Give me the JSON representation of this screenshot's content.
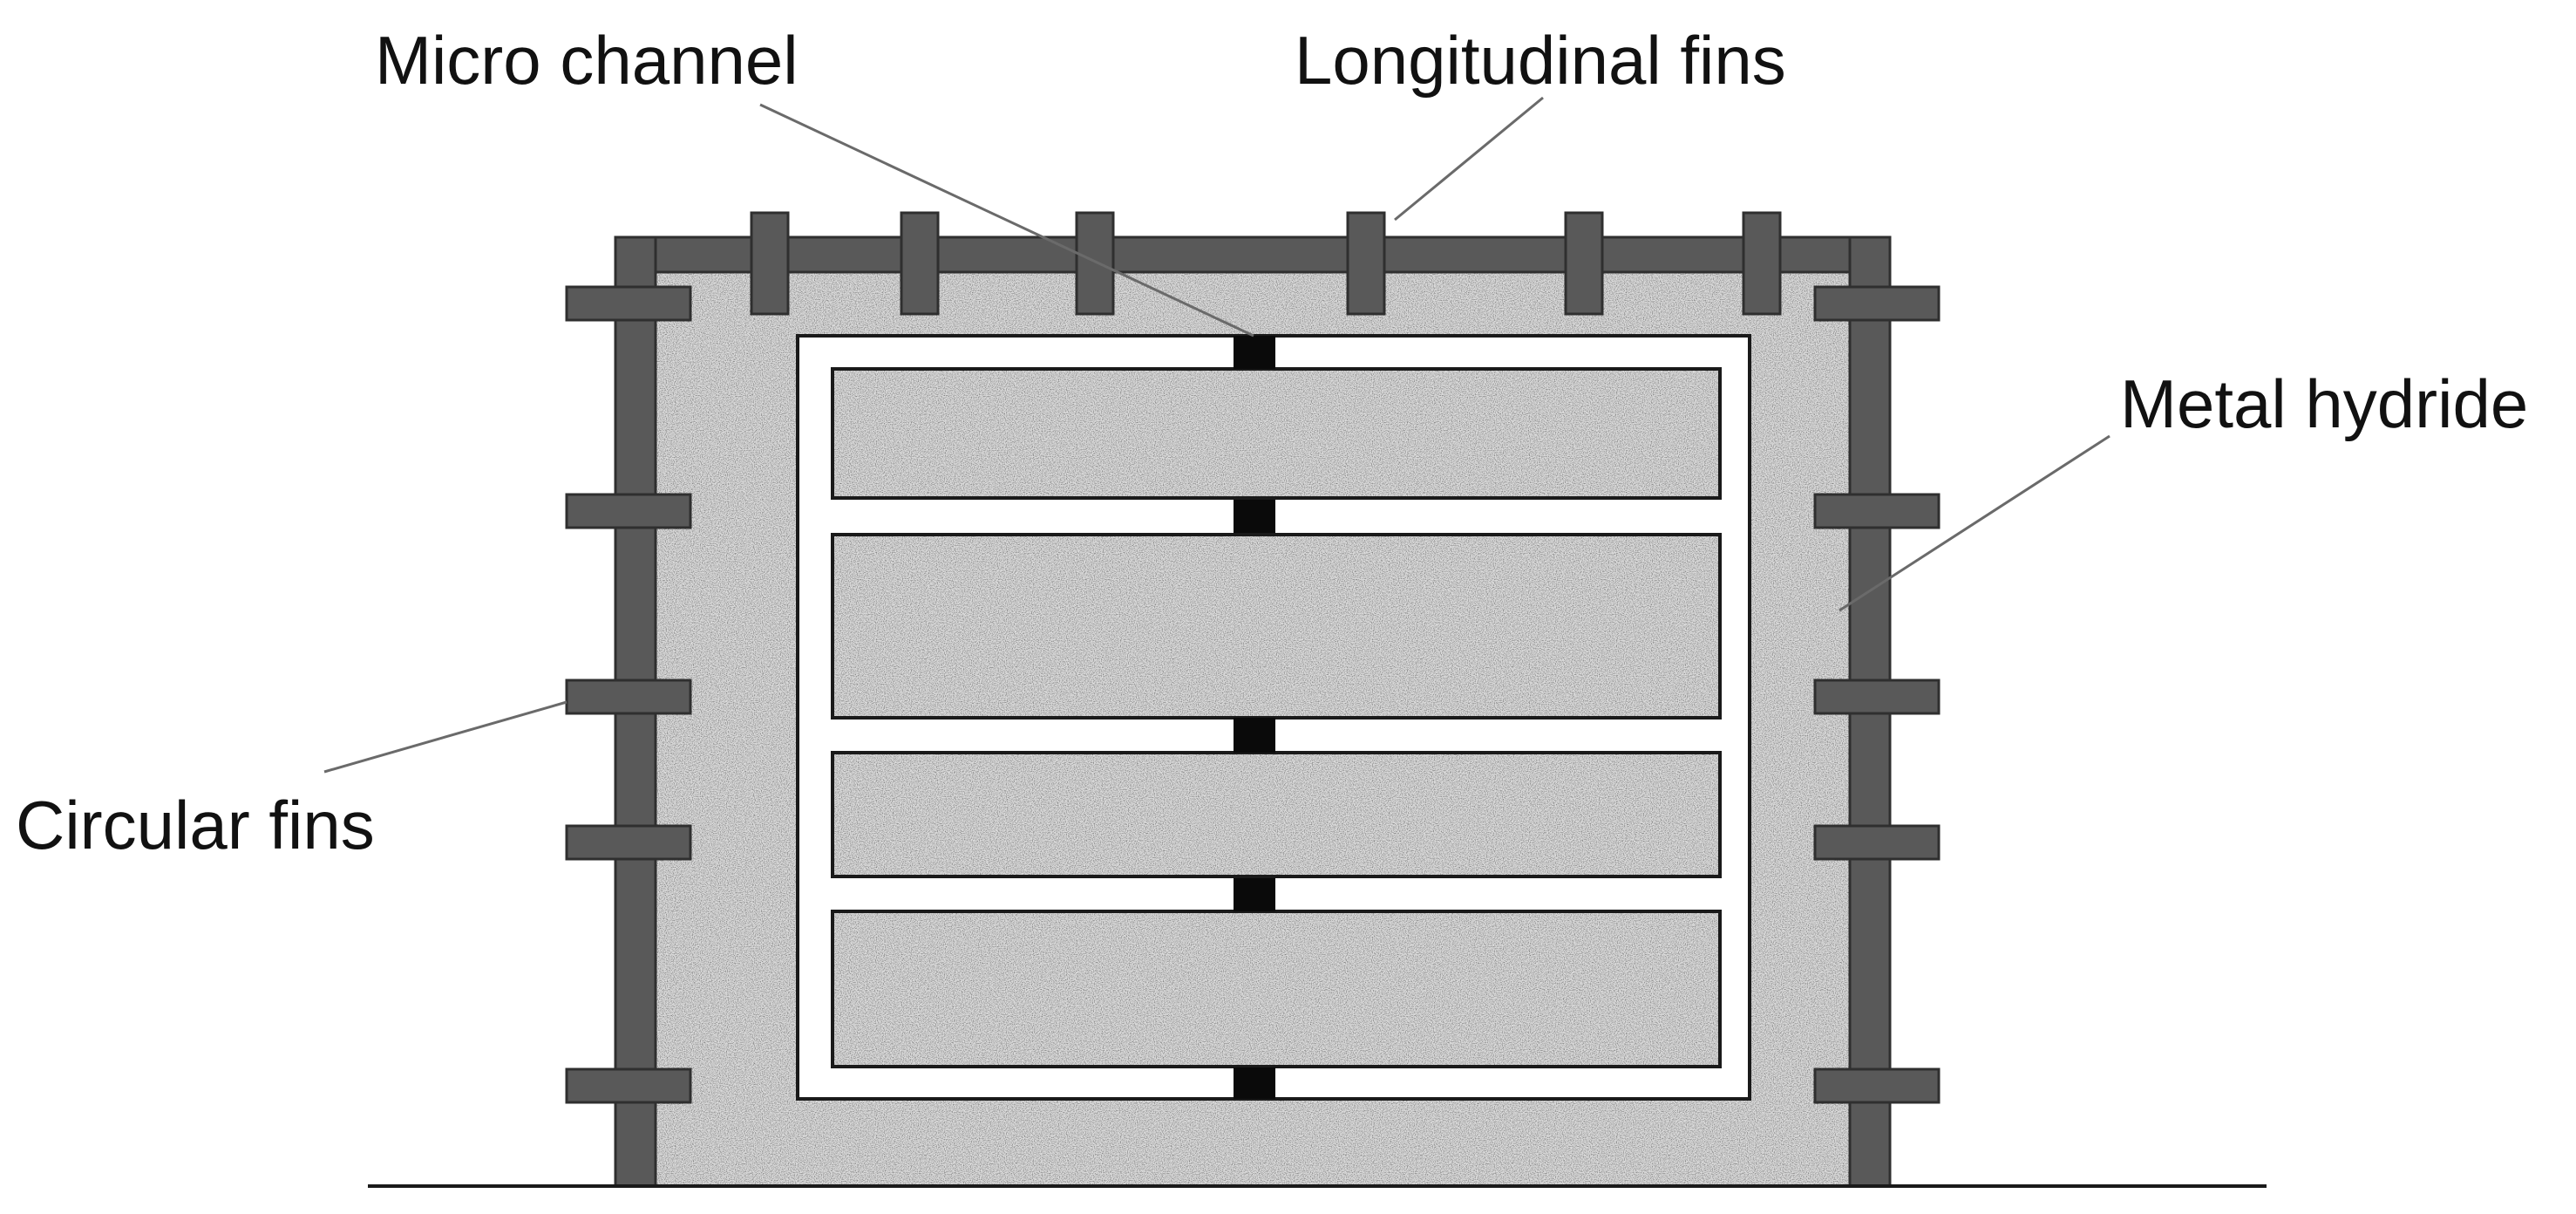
{
  "labels": {
    "micro_channel": "Micro channel",
    "longitudinal_fins": "Longitudinal fins",
    "metal_hydride": "Metal hydride",
    "circular_fins": "Circular fins"
  },
  "colors": {
    "wall": "#595959",
    "hydride_base": "#d6d6d6",
    "channel_node": "#0a0a0a",
    "plate": "#ffffff"
  }
}
